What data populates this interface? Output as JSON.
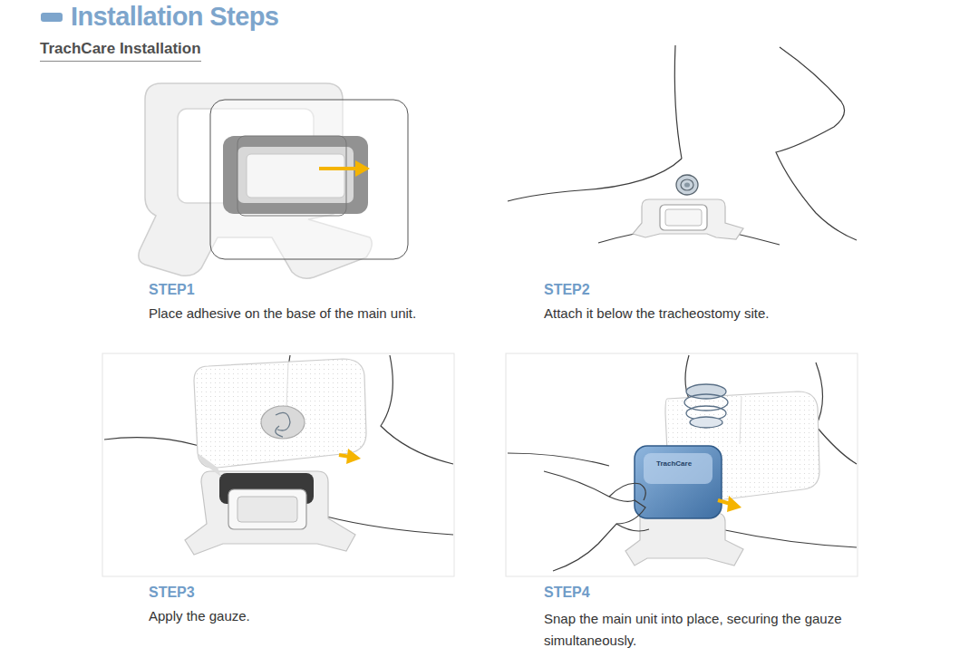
{
  "diagram": {
    "title": "Installation Steps",
    "labels": [
      "TrachCare Installation",
      "STEP1",
      "Place adhesive on the base of the main unit.",
      "STEP2",
      "Attach it below the tracheostomy site.",
      "STEP3",
      "Apply the gauze.",
      "STEP4",
      "Snap the main unit into place, securing the gauze simultaneously.",
      "TrachCare"
    ]
  }
}
